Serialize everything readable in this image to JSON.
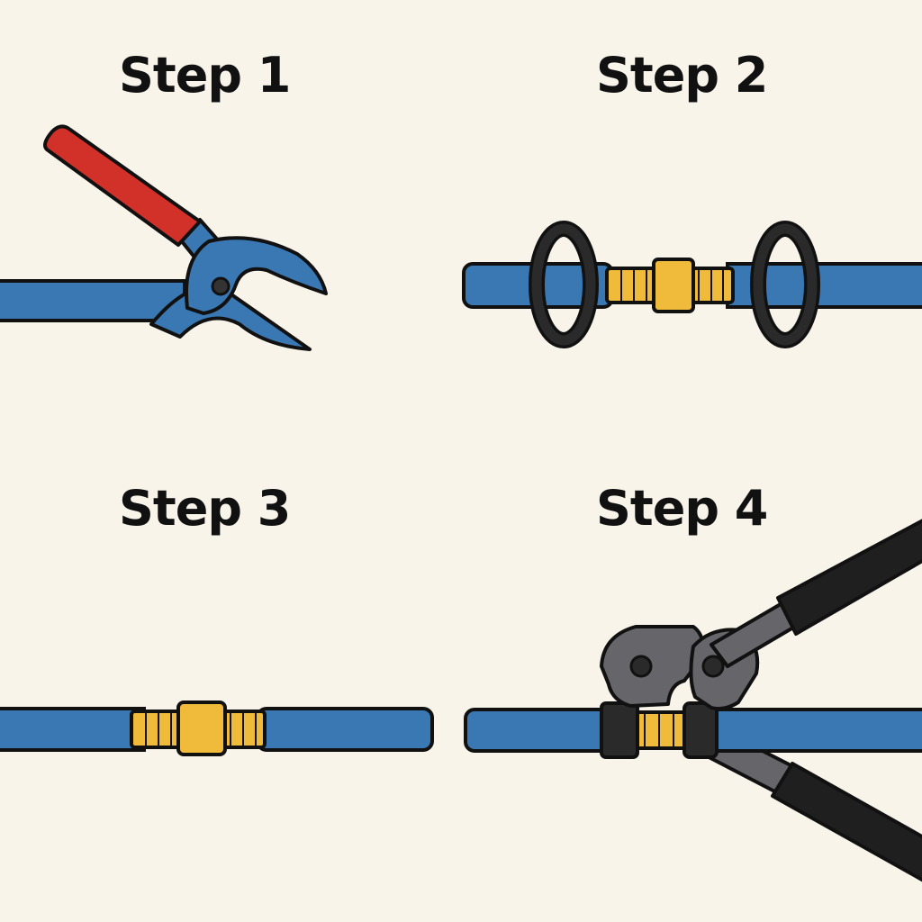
{
  "steps": [
    {
      "title": "Step 1",
      "illustration": "pipe-cutter-on-pipe"
    },
    {
      "title": "Step 2",
      "illustration": "fitting-with-crimp-rings"
    },
    {
      "title": "Step 3",
      "illustration": "pipes-joined-by-fitting"
    },
    {
      "title": "Step 4",
      "illustration": "crimp-tool-on-fitting"
    }
  ],
  "colors": {
    "background": "#f8f4ea",
    "pipe": "#3a78b4",
    "fitting": "#f0bb3a",
    "crimp_ring": "#2a2a2a",
    "cutter_handle": "#d2312a",
    "tool_gray": "#66666a",
    "outline": "#111111"
  }
}
